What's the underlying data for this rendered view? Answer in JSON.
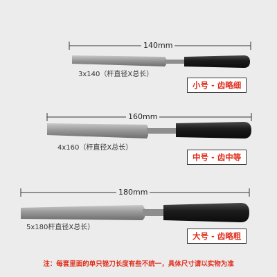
{
  "colors": {
    "background": "#ececec",
    "accent": "#e0301e",
    "steel": "#9a9a9a",
    "handle": "#1c1c1c"
  },
  "files": [
    {
      "length": "140mm",
      "spec": "3x140（杆直径X总长）",
      "grade": "小号 - 齿略细"
    },
    {
      "length": "160mm",
      "spec": "4x160（杆直径X总长）",
      "grade": "中号 - 齿中等"
    },
    {
      "length": "180mm",
      "spec": "5x180杆直径X总长）",
      "grade": "大号 - 齿略粗"
    }
  ],
  "note": "注：每套里面的单只锉刀长度有些不统一，具体尺寸请以实物为准"
}
